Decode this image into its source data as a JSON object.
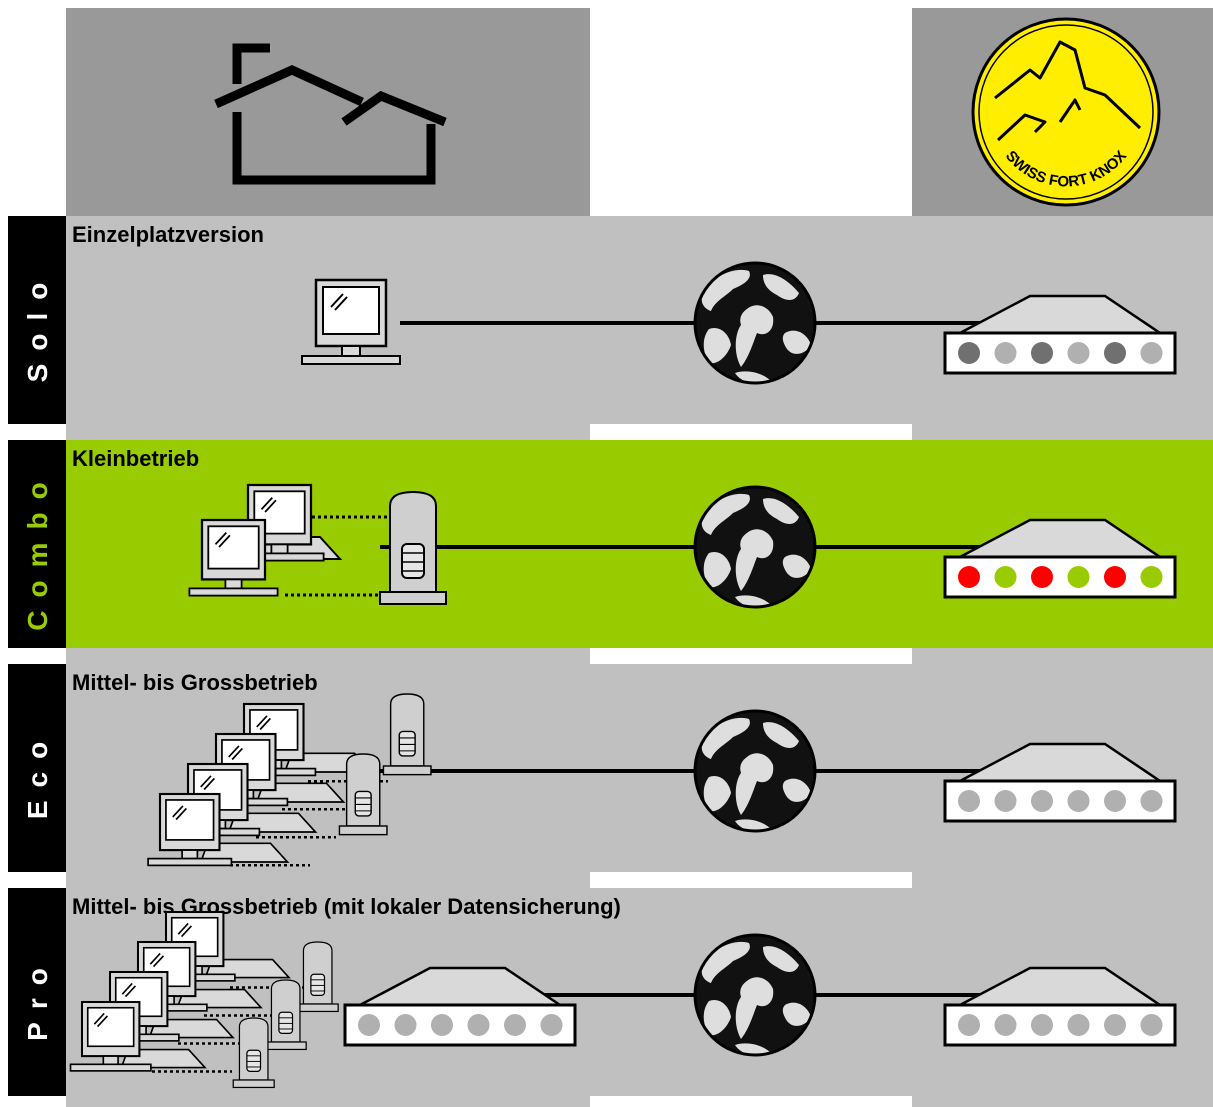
{
  "colors": {
    "header_gray": "#999999",
    "row_gray": "#c0c0c0",
    "combo_green": "#99cc00",
    "side_black": "#000000",
    "side_text_white": "#ffffff",
    "led_red": "#ff0000",
    "led_green": "#99cc00",
    "led_gray": "#b0b0b0",
    "led_dark": "#707070",
    "logo_yellow": "#ffee00"
  },
  "header": {
    "left_icon": "house-icon",
    "right_logo_text": "SWISS FORT KNOX",
    "right_logo_icon": "matterhorn-icon"
  },
  "rows": [
    {
      "key": "solo",
      "side_label": "Solo",
      "title": "Einzelplatzversion",
      "background": "gray",
      "clients": 1,
      "local_servers": 0,
      "local_backup_device": false,
      "remote_leds": [
        "dark",
        "gray",
        "dark",
        "gray",
        "dark",
        "gray"
      ]
    },
    {
      "key": "combo",
      "side_label": "Combo",
      "title": "Kleinbetrieb",
      "background": "green",
      "clients": 2,
      "local_servers": 1,
      "local_backup_device": false,
      "remote_leds": [
        "red",
        "green",
        "red",
        "green",
        "red",
        "green"
      ]
    },
    {
      "key": "eco",
      "side_label": "Eco",
      "title": "Mittel- bis Grossbetrieb",
      "background": "gray",
      "clients": 4,
      "local_servers": 2,
      "local_backup_device": false,
      "remote_leds": [
        "gray",
        "gray",
        "gray",
        "gray",
        "gray",
        "gray"
      ]
    },
    {
      "key": "pro",
      "side_label": "Pro",
      "title": "Mittel- bis Grossbetrieb (mit lokaler Datensicherung)",
      "background": "gray",
      "clients": 4,
      "local_servers": 3,
      "local_backup_device": true,
      "remote_leds": [
        "gray",
        "gray",
        "gray",
        "gray",
        "gray",
        "gray"
      ]
    }
  ]
}
